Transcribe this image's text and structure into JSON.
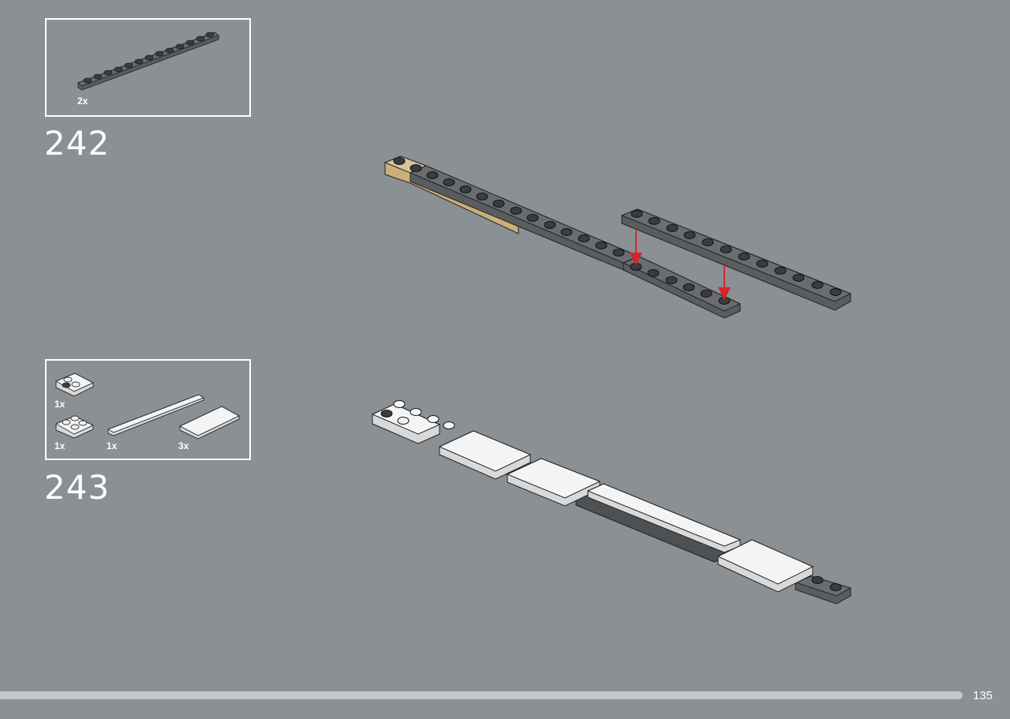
{
  "colors": {
    "background": "#8a9094",
    "dark_gray_plate": "#5a5d60",
    "dark_gray_top": "#6a6d70",
    "tan_plate": "#d8c597",
    "white_tile": "#f4f4f4",
    "arrow": "#d8242b",
    "progress_bar": "#c3c7c9"
  },
  "steps": [
    {
      "number": "242",
      "parts": [
        {
          "quantity": "2x",
          "part": "1x12 plate",
          "color": "dark gray"
        }
      ]
    },
    {
      "number": "243",
      "parts": [
        {
          "quantity": "1x",
          "part": "2x2 plate with 3 studs",
          "color": "white"
        },
        {
          "quantity": "1x",
          "part": "2x2 plate",
          "color": "white"
        },
        {
          "quantity": "1x",
          "part": "1x8 tile",
          "color": "white"
        },
        {
          "quantity": "3x",
          "part": "2x4 tile",
          "color": "white"
        }
      ]
    }
  ],
  "page": {
    "number": "135",
    "progress": 0.95
  },
  "icons": {
    "arrow": "placement-arrow-icon"
  }
}
